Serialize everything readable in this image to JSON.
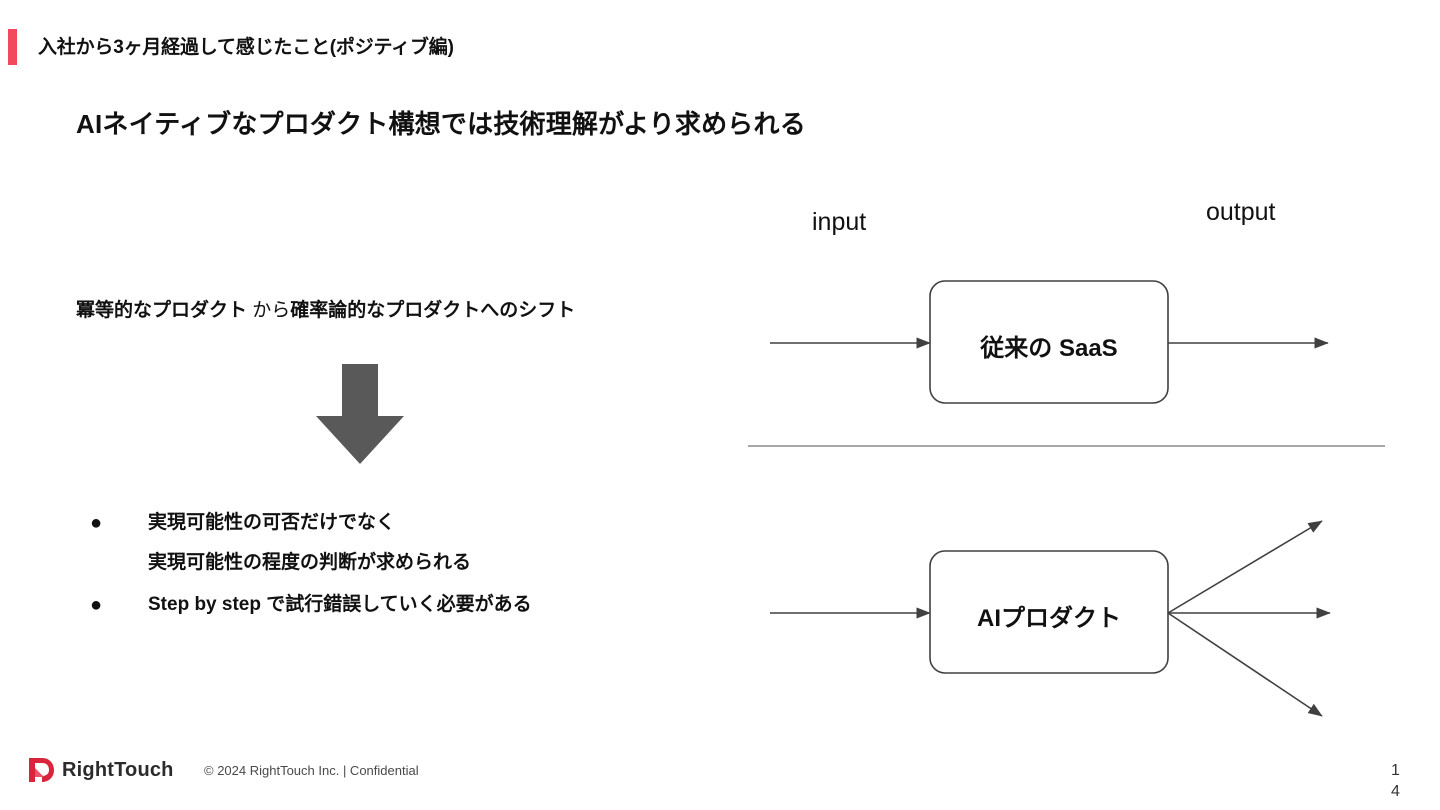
{
  "slide": {
    "kicker": "入社から3ヶ月経過して感じたこと(ポジティブ編)",
    "title": "AIネイティブなプロダクト構想では技術理解がより求められる",
    "accent_color": "#F2495C",
    "arrow_gray": "#595959",
    "stroke_color": "#404040"
  },
  "left": {
    "shift": {
      "from": "冪等的なプロダクト",
      "connector": " から",
      "to": "確率論的なプロダクトへのシフト"
    },
    "bullets": [
      {
        "lines": [
          "実現可能性の可否だけでなく",
          "実現可能性の程度の判断が求められる"
        ]
      },
      {
        "lines": [
          "Step by step で試行錯誤していく必要がある"
        ]
      }
    ]
  },
  "diagram": {
    "input_label": "input",
    "output_label": "output",
    "nodes": [
      {
        "id": "saas",
        "label": "従来の SaaS",
        "outputs": 1
      },
      {
        "id": "ai",
        "label": "AIプロダクト",
        "outputs": 3
      }
    ]
  },
  "footer": {
    "logo_word": "RightTouch",
    "note": "© 2024 RightTouch Inc.  |  Confidential",
    "page_number": "14"
  }
}
